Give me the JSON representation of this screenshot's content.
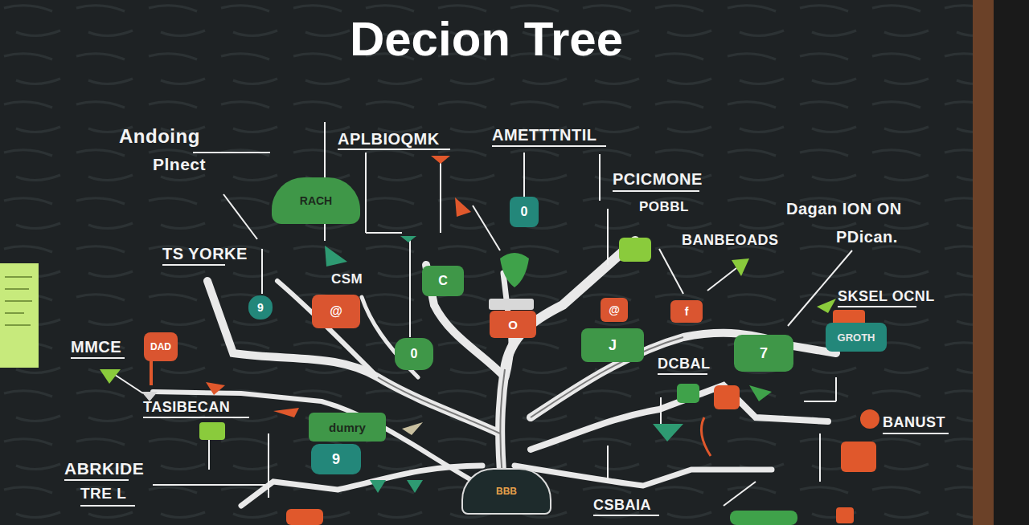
{
  "diagram": {
    "title": "Decion Tree",
    "nodes": [
      {
        "text": [
          "RACH"
        ]
      },
      {
        "text": [
          "0"
        ]
      },
      {
        "text": [
          "9"
        ]
      },
      {
        "text": [
          "@"
        ]
      },
      {
        "text": [
          "C"
        ]
      },
      {
        "text": [
          "0"
        ]
      },
      {
        "text": [
          "O"
        ]
      },
      {
        "text": [
          "@"
        ]
      },
      {
        "text": [
          "f"
        ]
      },
      {
        "text": [
          "J"
        ]
      },
      {
        "text": [
          "7"
        ]
      },
      {
        "text": [
          "GROTH"
        ]
      },
      {
        "text": [
          "DAD"
        ]
      },
      {
        "text": [
          "dumry"
        ]
      },
      {
        "text": [
          "9"
        ]
      },
      {
        "text": [
          "BBB"
        ]
      }
    ],
    "labels": [
      "Andoing",
      "Plnect",
      "APLBIOQMK",
      "AMETTTNTIL",
      "PCICMONE",
      "POBBL",
      "Dagan ION ON",
      "PDican.",
      "BANBEOADS",
      "TS YORKE",
      "CSM",
      "SKSEL OCNL",
      "MMCE",
      "DCBAL",
      "TASIBECAN",
      "BANUST",
      "ABRKIDE",
      "TRE L",
      "CSBAIA"
    ]
  }
}
